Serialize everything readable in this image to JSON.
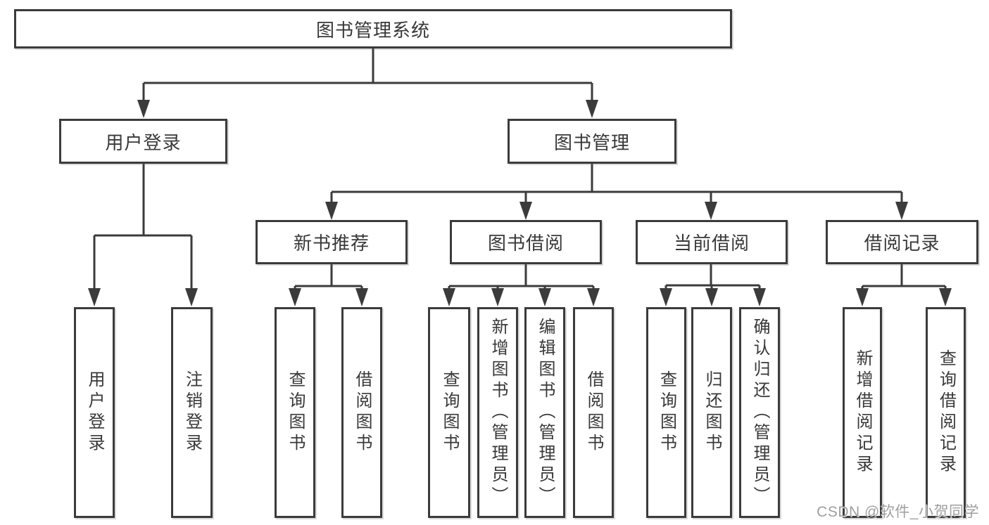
{
  "colors": {
    "line": "#3b3b3b",
    "text": "#383838",
    "watermark": "#9f9f9f"
  },
  "diagram": {
    "root": {
      "label": "图书管理系统"
    },
    "level2": {
      "user_login": {
        "label": "用户登录"
      },
      "book_management": {
        "label": "图书管理"
      }
    },
    "level3": {
      "new_book_recommendation": {
        "label": "新书推荐"
      },
      "book_borrowing": {
        "label": "图书借阅"
      },
      "current_borrowing": {
        "label": "当前借阅"
      },
      "borrowing_records": {
        "label": "借阅记录"
      }
    },
    "leaves": {
      "user_login": {
        "label": "用户登录"
      },
      "logout": {
        "label": "注销登录"
      },
      "recommend_query_books": {
        "label": "查询图书"
      },
      "recommend_borrow_books": {
        "label": "借阅图书"
      },
      "borrowing_query_books": {
        "label": "查询图书"
      },
      "add_book_admin": {
        "label": "新增图书（管理员）"
      },
      "edit_book_admin": {
        "label": "编辑图书（管理员）"
      },
      "borrowing_borrow_books": {
        "label": "借阅图书"
      },
      "current_query_books": {
        "label": "查询图书"
      },
      "return_books": {
        "label": "归还图书"
      },
      "confirm_return_admin": {
        "label": "确认归还（管理员）"
      },
      "add_borrowing_record": {
        "label": "新增借阅记录"
      },
      "query_borrowing_record": {
        "label": "查询借阅记录"
      }
    },
    "watermark": "CSDN @软件_小贺同学"
  }
}
